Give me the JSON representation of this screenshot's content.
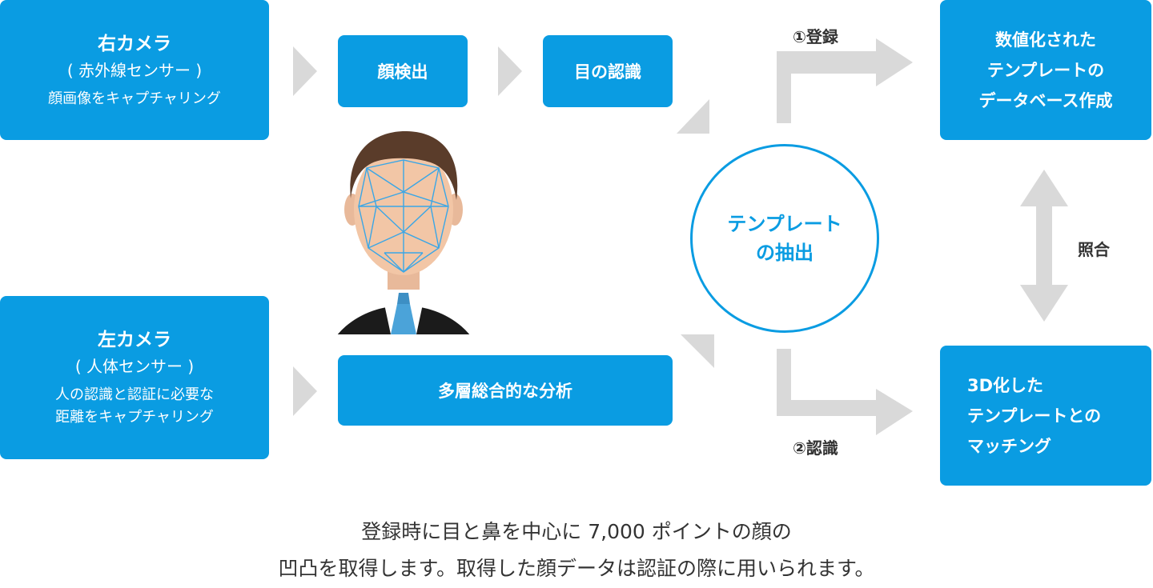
{
  "right_camera": {
    "title": "右カメラ",
    "sub": "( 赤外線センサー )",
    "desc": "顔画像をキャプチャリング"
  },
  "left_camera": {
    "title": "左カメラ",
    "sub": "( 人体センサー )",
    "desc_lines": [
      "人の認識と認証に必要な",
      "距離をキャプチャリング"
    ]
  },
  "steps": {
    "face_detection": "顔検出",
    "eye_recognition": "目の認識",
    "multilayer_analysis": "多層総合的な分析"
  },
  "template_extraction": {
    "lines": [
      "テンプレート",
      "の抽出"
    ]
  },
  "register_label": "①登録",
  "recognize_label": "②認識",
  "match_label": "照合",
  "database_box": {
    "lines": [
      "数値化された",
      "テンプレートの",
      "データベース作成"
    ]
  },
  "matching_box": {
    "lines": [
      "3D化した",
      "テンプレートとの",
      "マッチング"
    ]
  },
  "caption": {
    "lines": [
      "登録時に目と鼻を中心に 7,000 ポイントの顔の",
      "凹凸を取得します。取得した顔データは認証の際に用いられます。"
    ]
  },
  "colors": {
    "accent": "#0a9ce2",
    "arrow": "#d9d9d9",
    "text": "#333333"
  },
  "icons": {
    "face": "person-face-mesh-icon"
  }
}
